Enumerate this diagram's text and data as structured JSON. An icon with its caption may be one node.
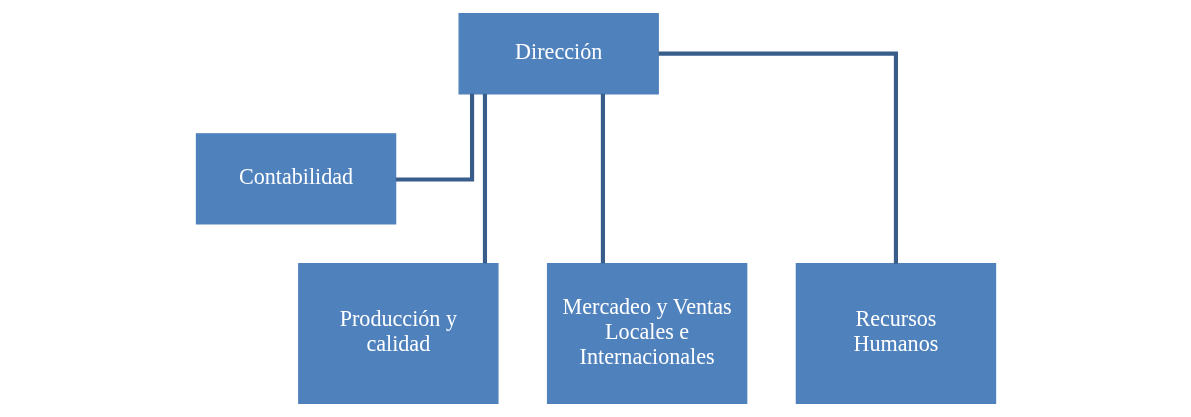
{
  "diagram": {
    "nodes": [
      {
        "text": [
          "Dirección"
        ]
      },
      {
        "text": [
          "Contabilidad"
        ]
      },
      {
        "text": [
          "Producción y calidad"
        ]
      },
      {
        "text": [
          "Mercadeo y Ventas Locales e Internacionales"
        ]
      },
      {
        "text": [
          "Recursos Humanos"
        ]
      }
    ],
    "edges": [
      {
        "from": 0,
        "to": 1,
        "arrow": "none"
      },
      {
        "from": 0,
        "to": 2,
        "arrow": "none"
      },
      {
        "from": 0,
        "to": 3,
        "arrow": "none"
      },
      {
        "from": 0,
        "to": 4,
        "arrow": "none"
      }
    ]
  }
}
